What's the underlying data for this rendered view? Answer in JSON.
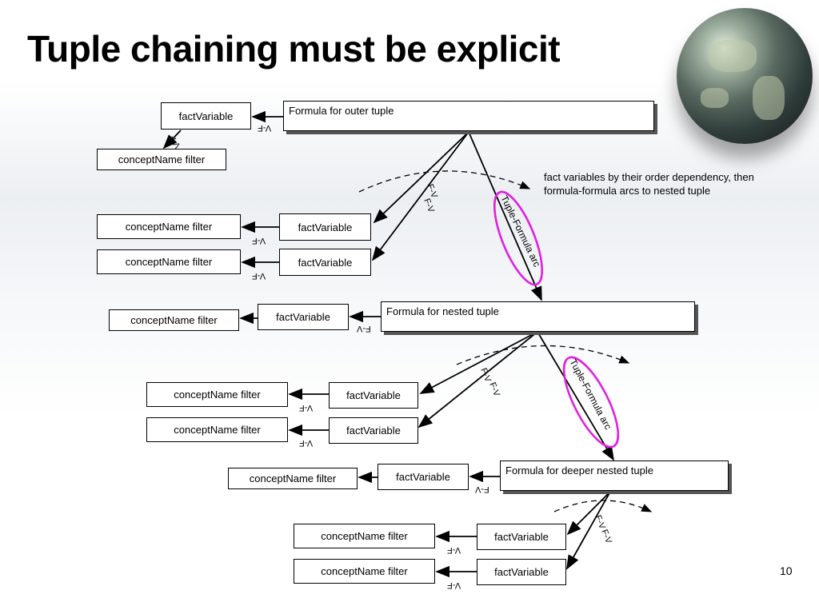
{
  "slide": {
    "title": "Tuple chaining must be explicit",
    "page_number": "10",
    "note": "fact variables by their order dependency, then formula-formula arcs to nested tuple"
  },
  "labels": {
    "fact_variable": "factVariable",
    "concept_filter": "conceptName filter",
    "v_f": "V-F",
    "f_v": "F-V",
    "tuple_arc": "Tuple-Formula arc"
  },
  "formulas": {
    "outer": "Formula for outer tuple",
    "nested": "Formula for nested tuple",
    "deeper": "Formula for deeper nested tuple"
  },
  "colors": {
    "highlight_ellipse": "#e020e0",
    "line": "#000000"
  }
}
